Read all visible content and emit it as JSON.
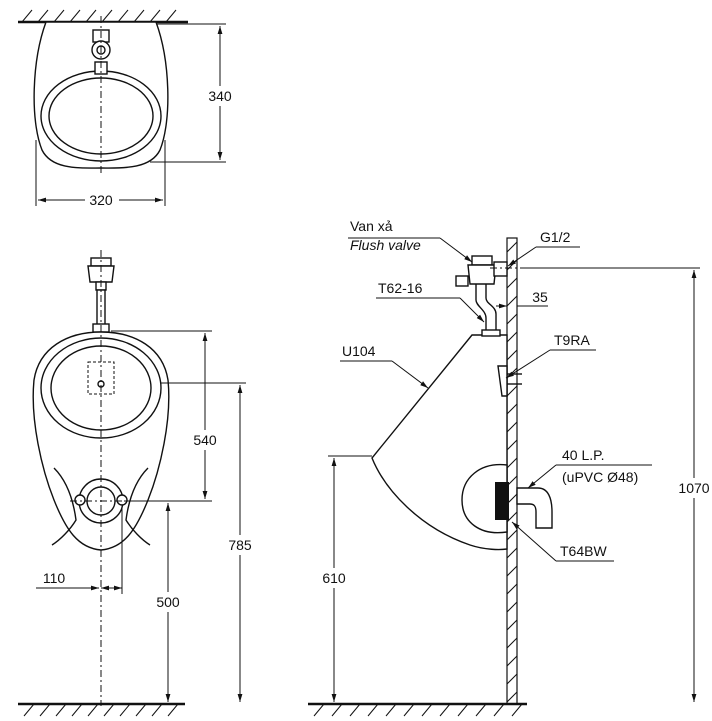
{
  "top_view": {
    "dim_depth": "340",
    "dim_width": "320"
  },
  "front_view": {
    "dim_inlet_to_outlet": "540",
    "dim_total_height": "785",
    "dim_outlet_offset": "110",
    "dim_outlet_height": "500"
  },
  "side_view": {
    "flush_valve_label_vi": "Van xả",
    "flush_valve_label_en": "Flush valve",
    "thread_label": "G1/2",
    "pipe_label": "T62-16",
    "pipe_dim": "35",
    "hanger_label": "T9RA",
    "bowl_label": "U104",
    "drain_label_line1": "40 L.P.",
    "drain_label_line2": "(uPVC Ø48)",
    "trap_label": "T64BW",
    "dim_rim_height": "610",
    "dim_inlet_height": "1070"
  }
}
